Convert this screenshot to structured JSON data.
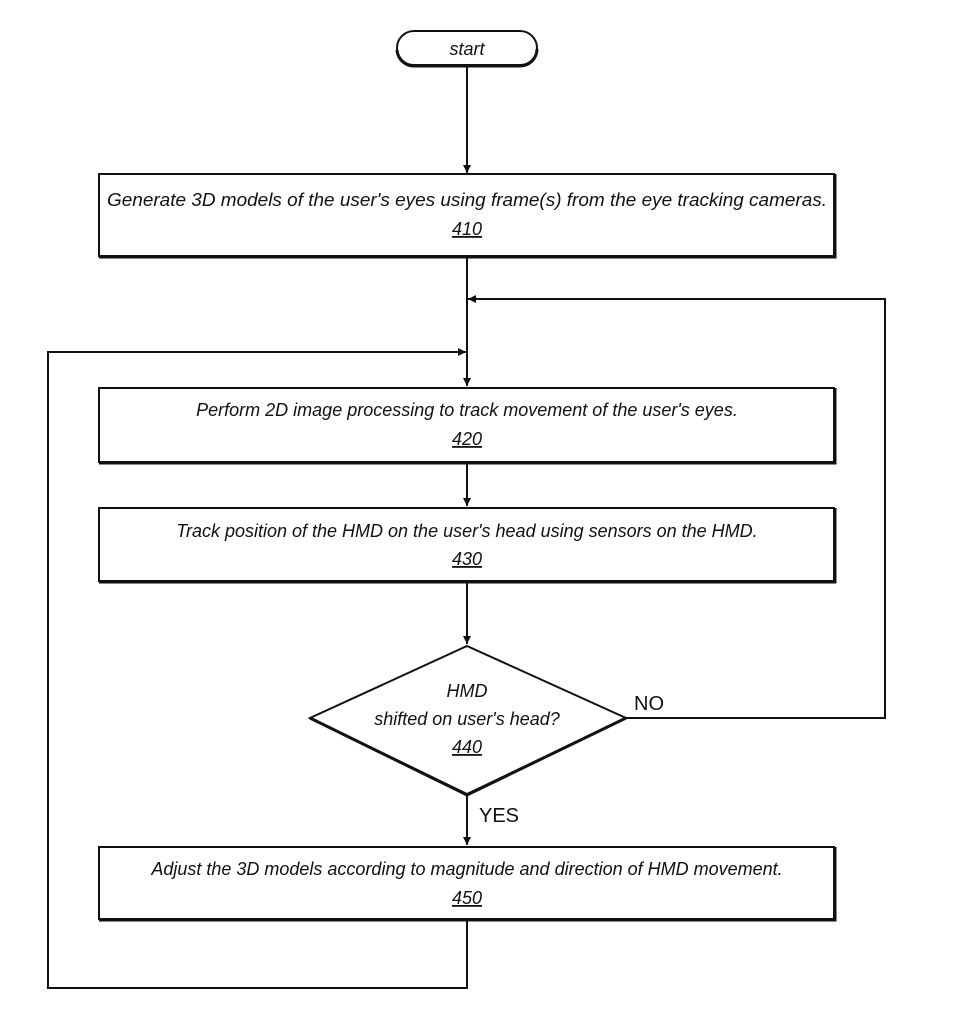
{
  "start": {
    "label": "start"
  },
  "steps": [
    {
      "text": "Generate 3D models of the user's eyes using frame(s) from the eye tracking cameras.",
      "ref": "410"
    },
    {
      "text": "Perform 2D image processing to track movement of the user's eyes.",
      "ref": "420"
    },
    {
      "text": "Track position of the HMD on the user's head using sensors on the HMD.",
      "ref": "430"
    },
    {
      "text": "Adjust the 3D models according to magnitude and direction of HMD movement.",
      "ref": "450"
    }
  ],
  "decision": {
    "line1": "HMD",
    "line2": "shifted on user's head?",
    "ref": "440",
    "yes_label": "YES",
    "no_label": "NO"
  }
}
